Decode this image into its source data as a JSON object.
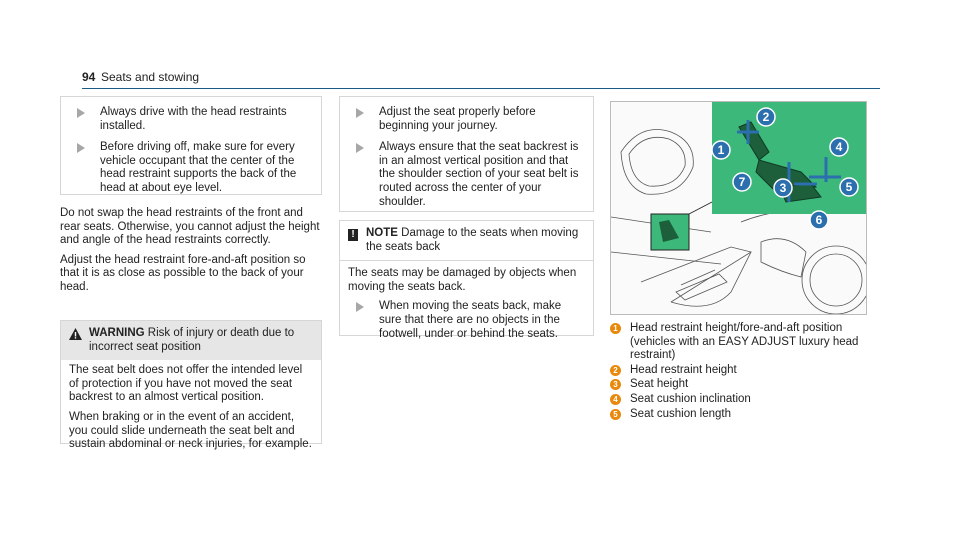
{
  "header": {
    "page_number": "94",
    "section_title": "Seats and stowing"
  },
  "col1": {
    "bullets": [
      "Always drive with the head restraints installed.",
      "Before driving off, make sure for every vehicle occupant that the center of the head restraint supports the back of the head at about eye level."
    ],
    "para1": "Do not swap the head restraints of the front and rear seats. Otherwise, you cannot adjust the height and angle of the head restraints correctly.",
    "para2": "Adjust the head restraint fore-and-aft position so that it is as close as possible to the back of your head.",
    "warning": {
      "label": "WARNING",
      "title": "Risk of injury or death due to incorrect seat position",
      "body1": "The seat belt does not offer the intended level of protection if you have not moved the seat backrest to an almost vertical position.",
      "body2": "When braking or in the event of an accident, you could slide underneath the seat belt and sustain abdominal or neck injuries, for example."
    }
  },
  "col2": {
    "bullets": [
      "Adjust the seat properly before beginning your journey.",
      "Always ensure that the seat backrest is in an almost vertical position and that the shoulder section of your seat belt is routed across the center of your shoulder."
    ],
    "note": {
      "label": "NOTE",
      "title": "Damage to the seats when moving the seats back",
      "body": "The seats may be damaged by objects when moving the seats back.",
      "bullet": "When moving the seats back, make sure that there are no objects in the footwell, under or behind the seats."
    }
  },
  "figure": {
    "callouts": [
      "1",
      "2",
      "3",
      "4",
      "5",
      "6",
      "7"
    ],
    "highlight_color": "#3cb87a",
    "callout_color": "#2b6fae"
  },
  "legend": [
    {
      "num": "1",
      "text": "Head restraint height/fore-and-aft position (vehicles with an EASY ADJUST luxury head restraint)"
    },
    {
      "num": "2",
      "text": "Head restraint height"
    },
    {
      "num": "3",
      "text": "Seat height"
    },
    {
      "num": "4",
      "text": "Seat cushion inclination"
    },
    {
      "num": "5",
      "text": "Seat cushion length"
    }
  ]
}
